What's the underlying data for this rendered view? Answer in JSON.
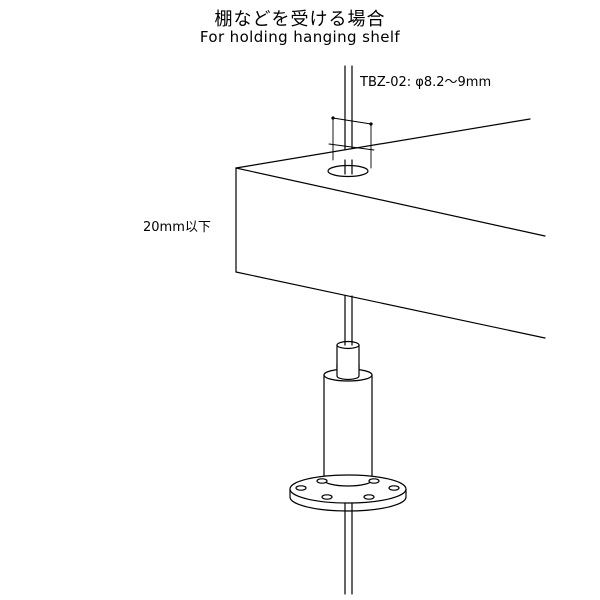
{
  "title_ja": "棚などを受ける場合",
  "title_en": "For holding hanging shelf",
  "spec_label": "TBZ-02: φ8.2～9mm",
  "thickness_label": "20mm以下"
}
